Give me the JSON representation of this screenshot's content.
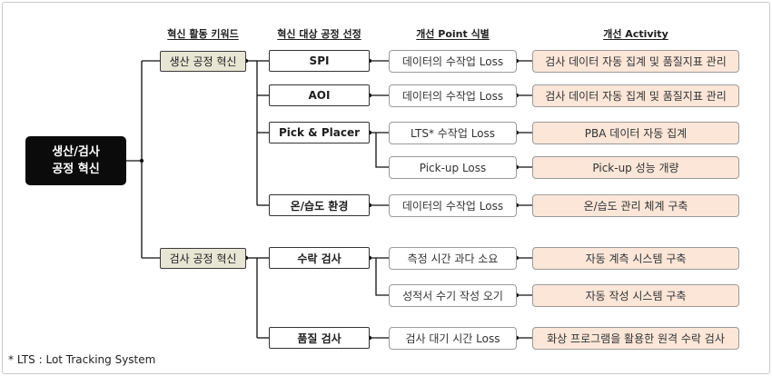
{
  "headers": {
    "keyword": "혁신 활동 키워드",
    "target": "혁신 대상 공정 선정",
    "point": "개선 Point 식별",
    "activity": "개선 Activity"
  },
  "root": {
    "line1": "생산/검사",
    "line2": "공정 혁신"
  },
  "keywords": [
    "생산 공정 혁신",
    "검사 공정 혁신"
  ],
  "targets": [
    "SPI",
    "AOI",
    "Pick & Placer",
    "온/습도 환경",
    "수락 검사",
    "품질 검사"
  ],
  "points": [
    "데이터의 수작업 Loss",
    "데이터의 수작업 Loss",
    "LTS* 수작업 Loss",
    "Pick-up Loss",
    "데이터의 수작업 Loss",
    "측정 시간 과다 소요",
    "성적서 수기 작성 오기",
    "검사 대기 시간 Loss"
  ],
  "activities": [
    "검사 데이터 자동 집계 및 품질지표 관리",
    "검사 데이터 자동 집계 및 품질지표 관리",
    "PBA 데이터 자동 집계",
    "Pick-up 성능 개량",
    "온/습도 관리 체계 구축",
    "자동 계측 시스템 구축",
    "자동 작성 시스템 구축",
    "화상 프로그램을 활용한 원격 수락 검사"
  ],
  "footnote": "* LTS : Lot Tracking System",
  "colors": {
    "root_bg": "#0b0b0b",
    "keyword_bg": "#e7e6d4",
    "activity_bg": "#fbe6d8",
    "line": "#111111"
  }
}
